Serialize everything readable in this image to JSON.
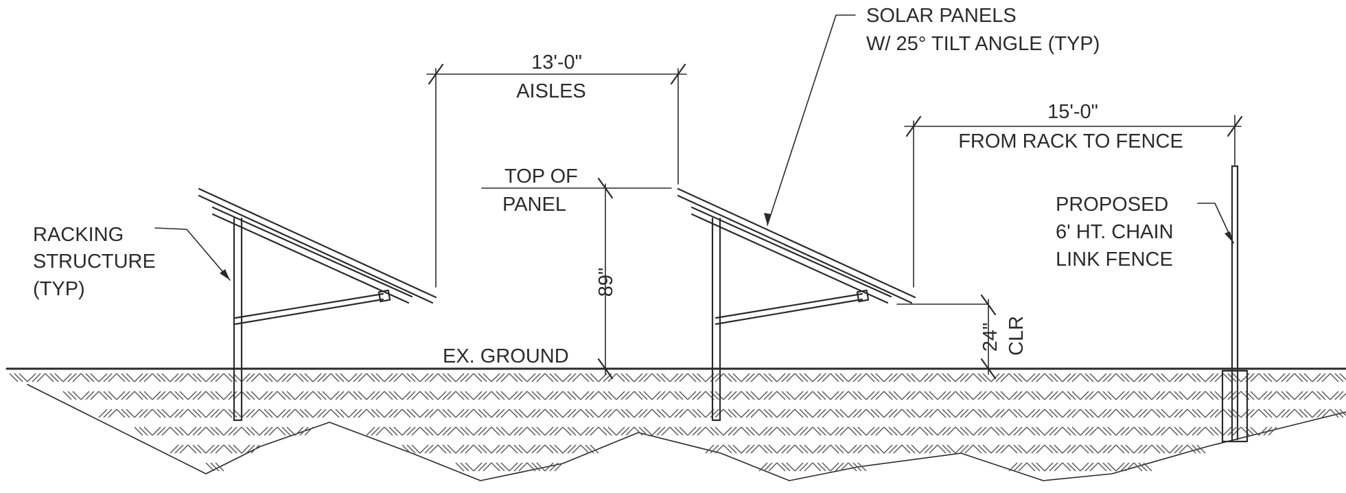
{
  "labels": {
    "solar_panels_line1": "SOLAR PANELS",
    "solar_panels_line2": "W/ 25° TILT ANGLE (TYP)",
    "aisle_dim": "13'-0\"",
    "aisle_label": "AISLES",
    "fence_dim": "15'-0\"",
    "fence_dim_label": "FROM RACK TO FENCE",
    "top_of_panel_line1": "TOP OF",
    "top_of_panel_line2": "PANEL",
    "panel_height_dim": "89\"",
    "racking_line1": "RACKING",
    "racking_line2": "STRUCTURE",
    "racking_line3": "(TYP)",
    "fence_line1": "PROPOSED",
    "fence_line2": "6' HT. CHAIN",
    "fence_line3": "LINK FENCE",
    "ground_label": "EX. GROUND",
    "clearance_dim": "24\"",
    "clearance_label": "CLR"
  },
  "colors": {
    "line": "#2a2a2a",
    "text": "#2b2b2b",
    "background": "#ffffff"
  }
}
